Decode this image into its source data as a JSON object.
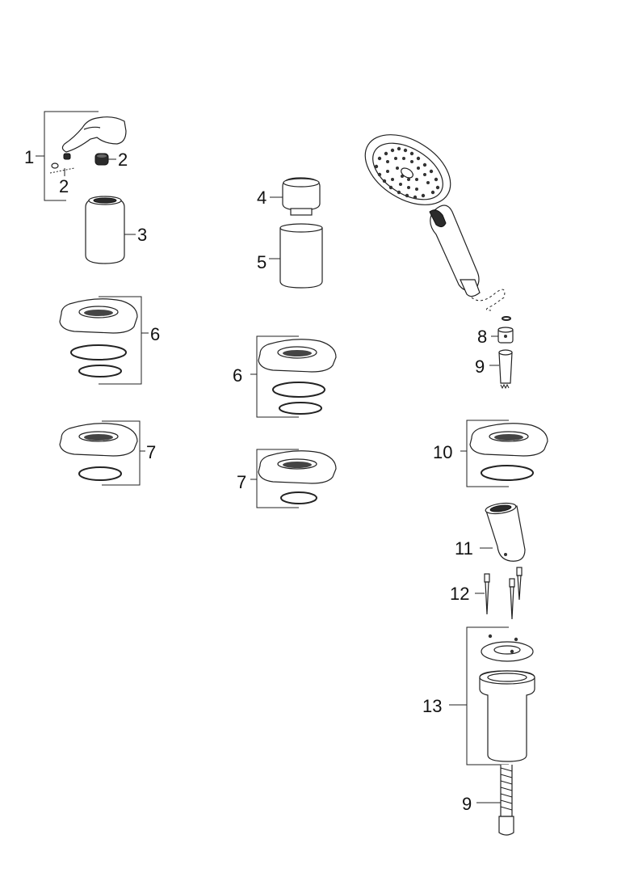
{
  "labels": {
    "l1": "1",
    "l2a": "2",
    "l2b": "2",
    "l3": "3",
    "l4": "4",
    "l5": "5",
    "l6a": "6",
    "l6b": "6",
    "l7a": "7",
    "l7b": "7",
    "l8": "8",
    "l9a": "9",
    "l9b": "9",
    "l10": "10",
    "l11": "11",
    "l12": "12",
    "l13": "13"
  }
}
